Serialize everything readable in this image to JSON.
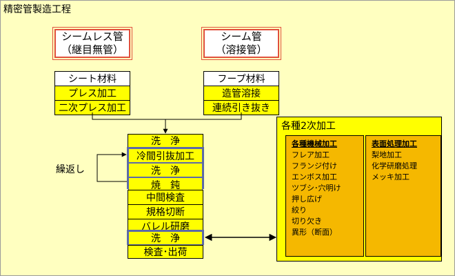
{
  "title": "精密管製造工程",
  "seamless": {
    "line1": "シームレス管",
    "line2": "（継目無管）"
  },
  "seam": {
    "line1": "シーム管",
    "line2": "（溶接管）"
  },
  "left_col": [
    "シート材料",
    "プレス加工",
    "二次プレス加工"
  ],
  "right_col": [
    "フープ材料",
    "造管溶接",
    "連続引き抜き"
  ],
  "center": {
    "wash1": "洗浄",
    "loop": [
      "冷間引抜加工",
      "洗浄",
      "焼鈍"
    ],
    "middle": [
      "中間検査",
      "規格切断",
      "バレル研磨"
    ],
    "wash2": "洗浄",
    "final": "検査･出荷"
  },
  "loop_label": "繰返し",
  "secondary": {
    "title": "各種2次加工",
    "mech": {
      "header": "各種機械加工",
      "items": [
        "フレア加工",
        "フランジ付け",
        "エンボス加工",
        "ツブシ･穴明け",
        "押し広げ",
        "絞り",
        "切り欠き",
        "異形（断面）"
      ]
    },
    "surface": {
      "header": "表面処理加工",
      "items": [
        "梨地加工",
        "化学研磨処理",
        "メッキ加工"
      ]
    }
  }
}
